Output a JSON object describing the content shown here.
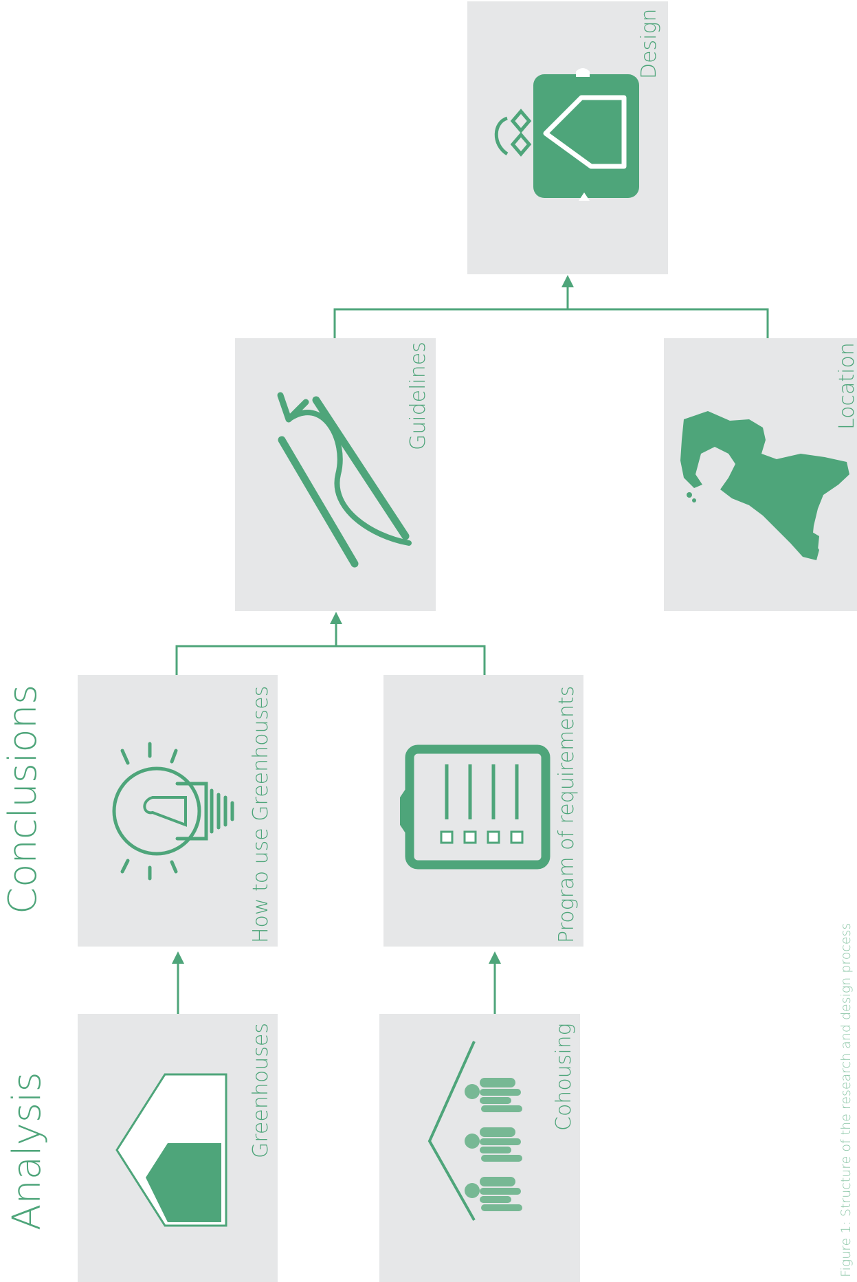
{
  "sections": {
    "analysis": "Analysis",
    "conclusions": "Conclusions"
  },
  "boxes": {
    "greenhouses": "Greenhouses",
    "cohousing": "Cohousing",
    "how_to_use": "How to use Greenhouses",
    "program": "Program of requirements",
    "guidelines": "Guidelines",
    "location": "Location",
    "design": "Design"
  },
  "icons": {
    "greenhouses": "house-icon",
    "cohousing": "people-under-roof-icon",
    "how_to_use": "lightbulb-icon",
    "program": "equalizer-panel-icon",
    "guidelines": "compass-arrow-icon",
    "location": "map-icon",
    "design": "design-plan-icon"
  },
  "caption": "Figure 1: Structure of the research and design process",
  "colors": {
    "accent": "#4ea57a",
    "box": "#e6e7e8"
  }
}
